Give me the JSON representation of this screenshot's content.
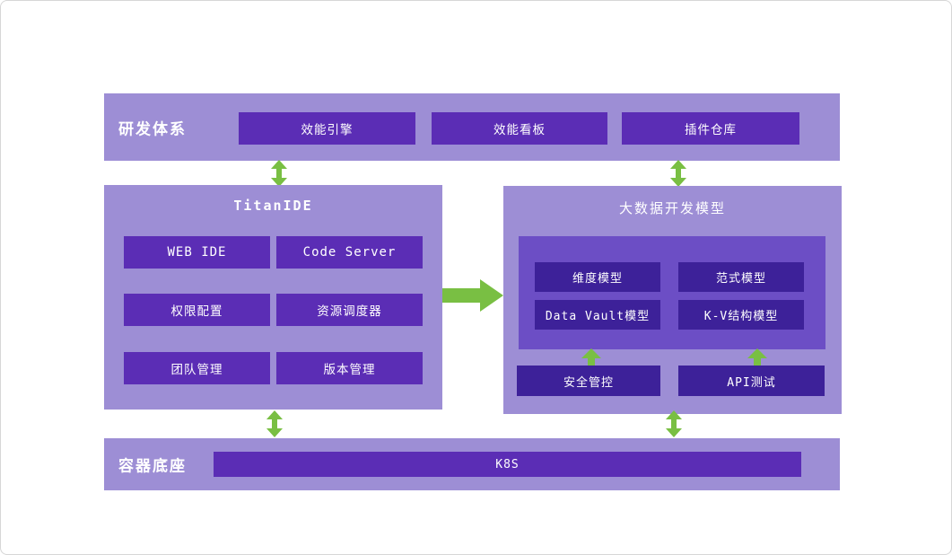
{
  "colors": {
    "panel_light_purple": "#9d8ed5",
    "button_purple": "#5b2db5",
    "inner_panel_purple": "#6c4ec5",
    "inner_button_dark_purple": "#3d2199",
    "arrow_green": "#79bf43",
    "text_white": "#ffffff"
  },
  "top_band": {
    "title": "研发体系",
    "buttons": [
      "效能引擎",
      "效能看板",
      "插件仓库"
    ]
  },
  "titan_ide": {
    "title": "TitanIDE",
    "buttons": [
      "WEB IDE",
      "Code Server",
      "权限配置",
      "资源调度器",
      "团队管理",
      "版本管理"
    ]
  },
  "bigdata": {
    "title": "大数据开发模型",
    "model_buttons": [
      "维度模型",
      "范式模型",
      "Data Vault模型",
      "K-V结构模型"
    ],
    "support_buttons": [
      "安全管控",
      "API测试"
    ]
  },
  "bottom_band": {
    "title": "容器底座",
    "bar_label": "K8S"
  }
}
